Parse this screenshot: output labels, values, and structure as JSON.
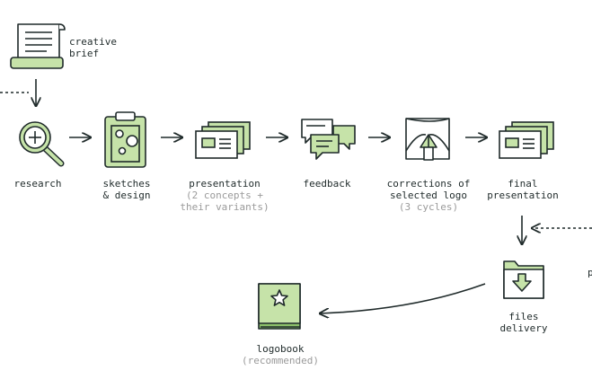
{
  "colors": {
    "ink": "#1f2a2a",
    "green_light": "#c6e3a9",
    "green_mid": "#8cc06a",
    "muted": "#9a9a9a"
  },
  "steps": {
    "creative_brief": {
      "label": "creative\nbrief",
      "icon": "scroll-icon"
    },
    "research": {
      "label": "research",
      "icon": "magnifier-icon"
    },
    "sketches": {
      "label": "sketches\n& design",
      "icon": "clipboard-icon"
    },
    "presentation": {
      "label": "presentation",
      "sub": "(2 concepts +\ntheir variants)",
      "icon": "cards-icon"
    },
    "feedback": {
      "label": "feedback",
      "icon": "chat-bubbles-icon"
    },
    "corrections": {
      "label": "corrections of\nselected logo",
      "sub": "(3 cycles)",
      "icon": "pen-nib-icon"
    },
    "final_presentation": {
      "label": "final\npresentation",
      "icon": "cards-icon"
    },
    "files_delivery": {
      "label": "files\ndelivery",
      "icon": "folder-download-icon"
    },
    "logobook": {
      "label": "logobook",
      "sub": "(recommended)",
      "icon": "star-book-icon"
    }
  },
  "edge_text": "p"
}
